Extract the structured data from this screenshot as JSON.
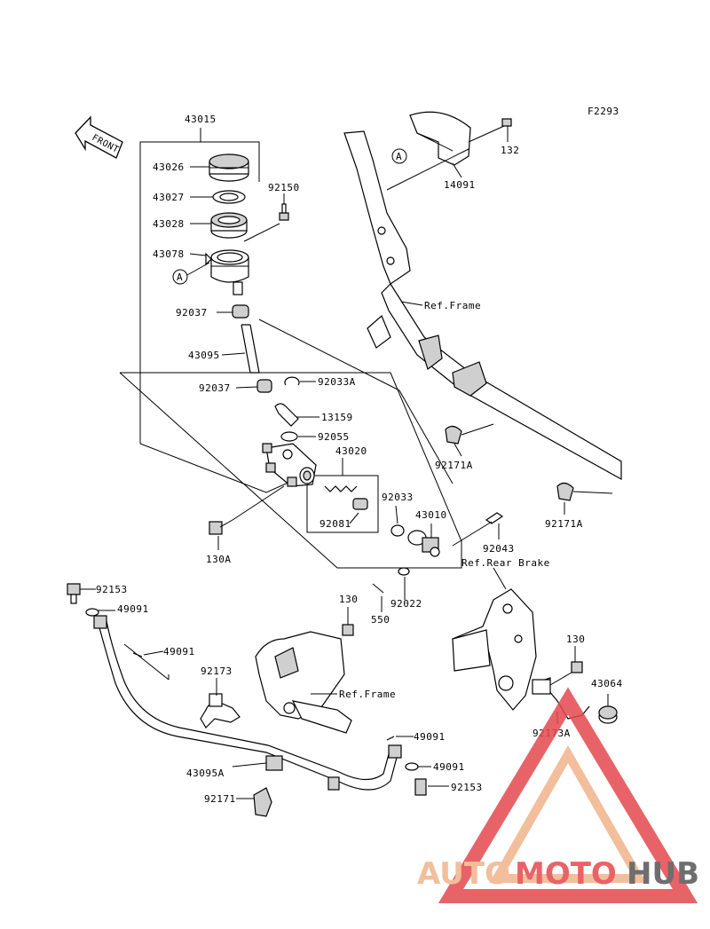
{
  "figure_code": "F2293",
  "front_label": "FRONT",
  "ref_frame_label": "Ref.Frame",
  "ref_rear_brake_label": "Ref.Rear Brake",
  "ref_a": "A",
  "watermark": {
    "auto": "AUTO",
    "moto": "MOTO",
    "hub": "HUB",
    "color_light": "#f2b38a",
    "color_red": "#e5484d",
    "color_dark": "#555555"
  },
  "parts": {
    "p43015": "43015",
    "p43026": "43026",
    "p43027": "43027",
    "p43028": "43028",
    "p43078": "43078",
    "p92150": "92150",
    "p92037a": "92037",
    "p43095": "43095",
    "p92037b": "92037",
    "p92033A": "92033A",
    "p13159": "13159",
    "p92055": "92055",
    "p43020": "43020",
    "p92033": "92033",
    "p43010": "43010",
    "p92081": "92081",
    "p92043": "92043",
    "p130A": "130A",
    "p92022": "92022",
    "p550": "550",
    "p132": "132",
    "p14091": "14091",
    "p92171Aa": "92171A",
    "p92171Ab": "92171A",
    "p92153a": "92153",
    "p49091a": "49091",
    "p49091b": "49091",
    "p130a": "130",
    "p92173": "92173",
    "p43095A": "43095A",
    "p92171": "92171",
    "p49091c": "49091",
    "p49091d": "49091",
    "p92153b": "92153",
    "p130b": "130",
    "p43064": "43064",
    "p92173A": "92173A"
  }
}
